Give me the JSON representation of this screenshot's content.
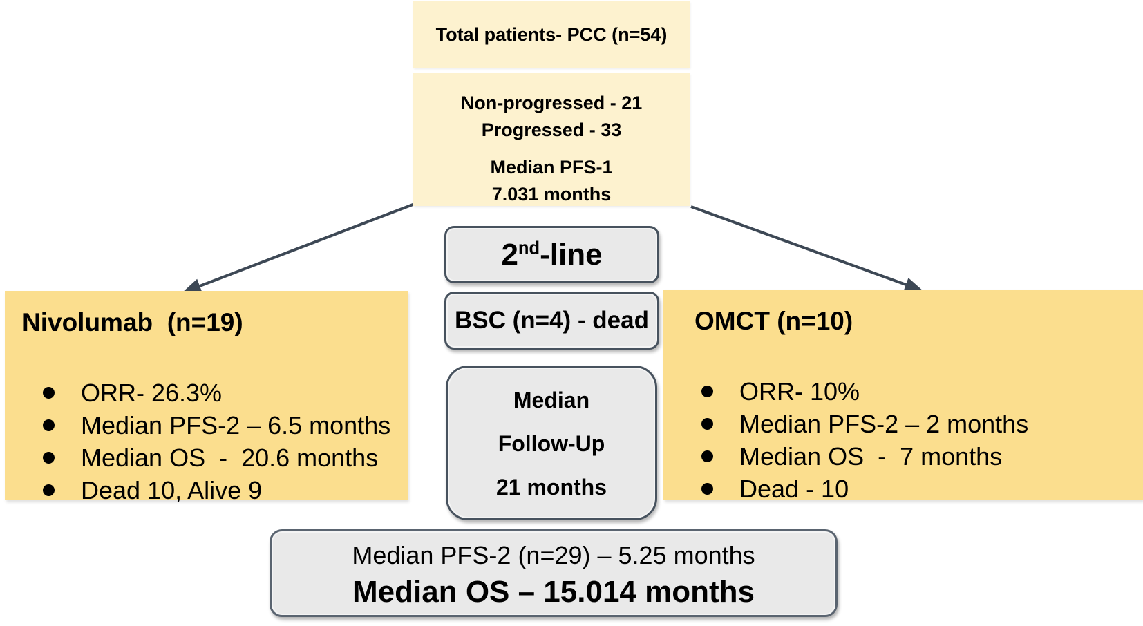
{
  "diagram": {
    "top_box": {
      "text": "Total patients- PCC (n=54)"
    },
    "progression_box": {
      "lines": [
        "Non-progressed - 21",
        "Progressed - 33",
        "Median PFS-1",
        "7.031 months"
      ]
    },
    "second_line_box": {
      "prefix": "2",
      "sup": "nd",
      "suffix": "-line"
    },
    "bsc_box": {
      "text": "BSC (n=4) - dead"
    },
    "followup_box": {
      "lines": [
        "Median",
        "Follow-Up",
        "21 months"
      ]
    },
    "nivolumab_box": {
      "title": "Nivolumab  (n=19)",
      "bullets": [
        "ORR- 26.3%",
        "Median PFS-2 – 6.5 months",
        "Median OS  -  20.6 months",
        "Dead 10, Alive 9"
      ]
    },
    "omct_box": {
      "title": "OMCT (n=10)",
      "bullets": [
        "ORR- 10%",
        "Median PFS-2 – 2 months",
        "Median OS  -  7 months",
        "Dead - 10"
      ]
    },
    "summary_box": {
      "line1": "Median PFS-2 (n=29) – 5.25 months",
      "line2": "Median OS – 15.014 months"
    },
    "colors": {
      "cream_box": "#fdf2cf",
      "gold_box": "#fbde8e",
      "gray_fill": "#e9e9e9",
      "gray_border": "#47525e",
      "arrow": "#3d4855",
      "text": "#000000",
      "background": "#ffffff"
    }
  }
}
